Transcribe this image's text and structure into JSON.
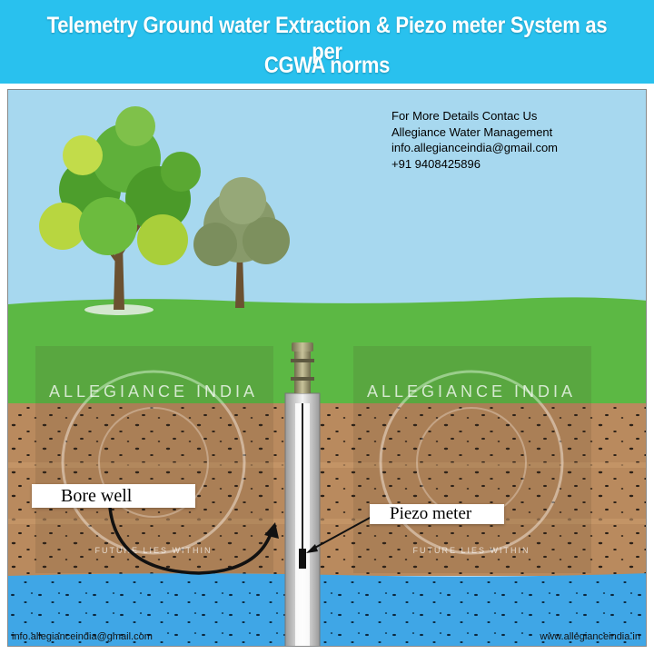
{
  "header": {
    "title_line1": "Telemetry Ground water Extraction & Piezo meter System as per",
    "title_line2": "CGWA norms"
  },
  "contact": {
    "heading": "For More Details Contac Us",
    "company": "Allegiance Water Management",
    "email": "info.allegianceindia@gmail.com",
    "phone": "+91 9408425896"
  },
  "labels": {
    "bore_well": "Bore well",
    "piezo_meter": "Piezo meter"
  },
  "watermark": {
    "brand": "ALLEGIANCE INDIA",
    "tagline": "FUTURE LIES WITHIN"
  },
  "footer": {
    "email": "info.allegianceindia@gmail.com",
    "website": "www.allegianceindia.in"
  },
  "colors": {
    "banner": "#29c1ee",
    "sky": "#a7d8ef",
    "grass": "#5cb844",
    "soil": "#b98a5e",
    "water": "#3fa6e6"
  }
}
